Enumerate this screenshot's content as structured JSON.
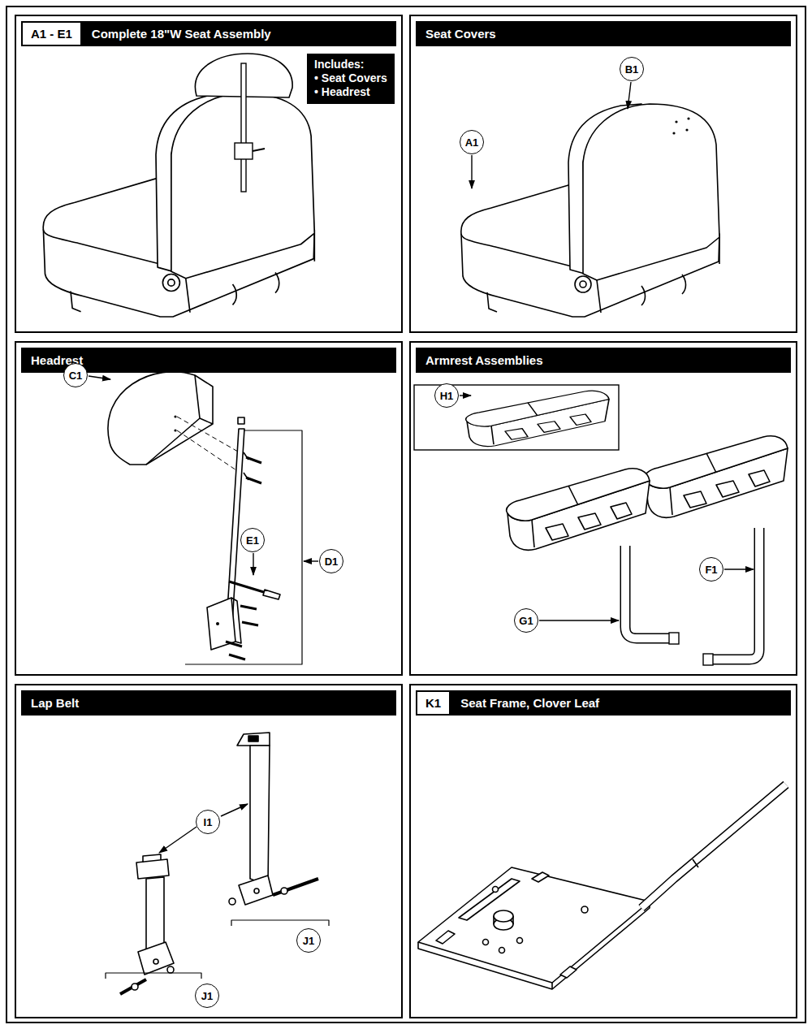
{
  "diagram": {
    "nodes": [
      {
        "text": [
          "A1 - E1",
          "Complete 18\"W Seat Assembly"
        ]
      },
      {
        "text": [
          "Includes:",
          "• Seat Covers",
          "• Headrest"
        ],
        "in": 0
      },
      {
        "text": [
          "Seat Covers"
        ]
      },
      {
        "text": [
          "B1"
        ],
        "in": 2
      },
      {
        "text": [
          "A1"
        ],
        "in": 2
      },
      {
        "text": [
          "Headrest"
        ]
      },
      {
        "text": [
          "C1"
        ],
        "in": 5
      },
      {
        "text": [
          "E1"
        ],
        "in": 5
      },
      {
        "text": [
          "D1"
        ],
        "in": 5
      },
      {
        "text": [
          "Armrest Assemblies"
        ]
      },
      {
        "text": [
          "H1"
        ],
        "in": 9
      },
      {
        "text": [
          "F1"
        ],
        "in": 9
      },
      {
        "text": [
          "G1"
        ],
        "in": 9
      },
      {
        "text": [
          "Lap Belt"
        ]
      },
      {
        "text": [
          "I1"
        ],
        "in": 13
      },
      {
        "text": [
          "J1"
        ],
        "in": 13
      },
      {
        "text": [
          "J1"
        ],
        "in": 13
      },
      {
        "text": [
          "K1",
          "Seat Frame, Clover Leaf"
        ]
      }
    ]
  }
}
